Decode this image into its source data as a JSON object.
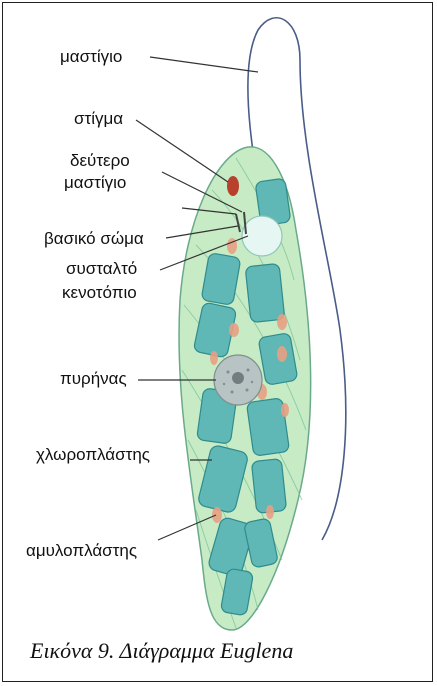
{
  "labels": {
    "flagellum": "μαστίγιο",
    "stigma": "στίγμα",
    "second_flagellum_line1": "δεύτερο",
    "second_flagellum_line2": "μαστίγιο",
    "basal_body": "βασικό σώμα",
    "vacuole_line1": "συσταλτό",
    "vacuole_line2": "κενοτόπιο",
    "nucleus": "πυρήνας",
    "chloroplast": "χλωροπλάστης",
    "amyloplast": "αμυλοπλάστης"
  },
  "caption": "Εικόνα 9. Διάγραμμα Euglena",
  "colors": {
    "cell_body": "#c7ebc4",
    "chloroplast": "#5fb8b6",
    "stigma": "#b7412c",
    "amyloplast": "#e8a083",
    "nucleus": "#b8c4c4"
  }
}
